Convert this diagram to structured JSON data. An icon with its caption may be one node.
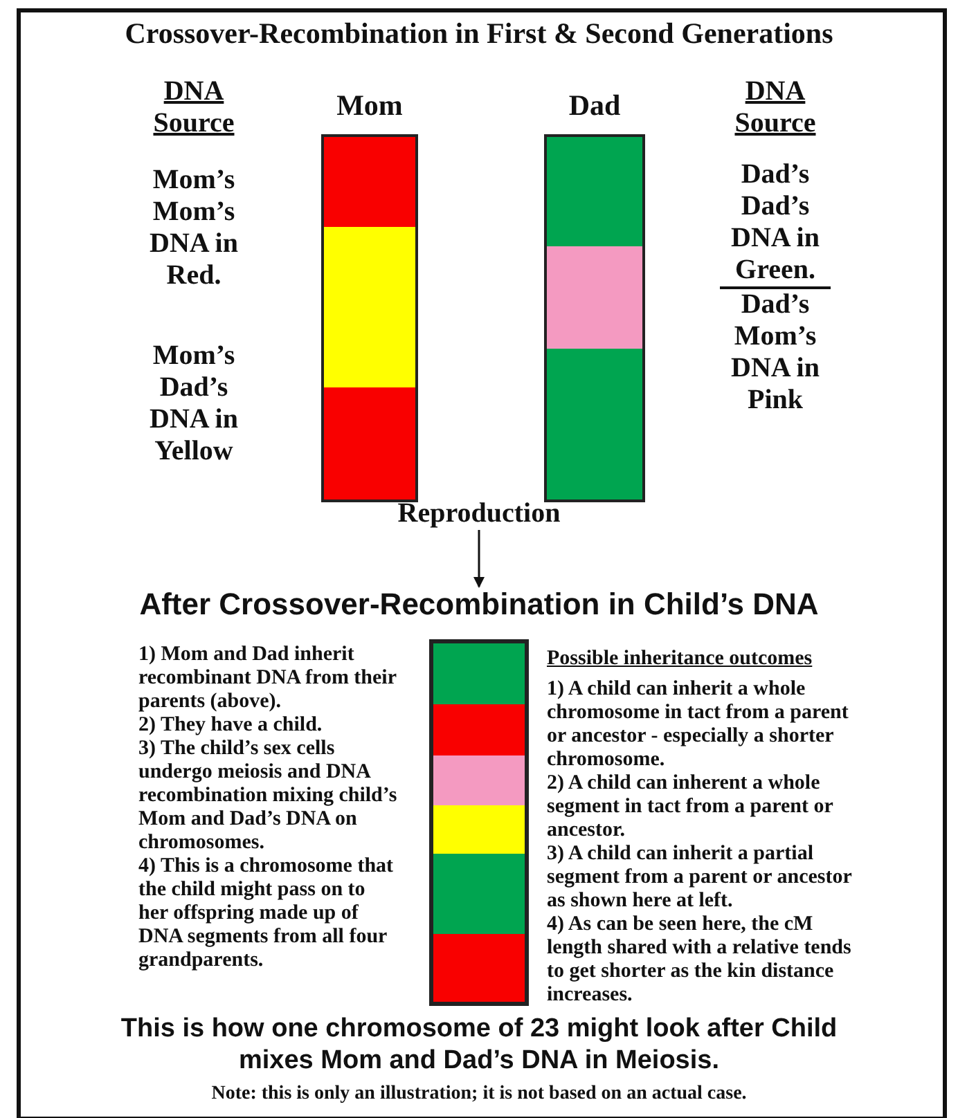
{
  "diagram": {
    "title": "Crossover-Recombination in First & Second Generations",
    "nodes": [
      {
        "text": [
          "Mom"
        ]
      },
      {
        "text": [],
        "shape": "bar",
        "in": 0
      },
      {
        "text": [],
        "shape": "bar",
        "in": 0
      },
      {
        "text": [],
        "shape": "bar",
        "in": 0
      },
      {
        "text": [
          "Dad"
        ]
      },
      {
        "text": [],
        "shape": "bar",
        "in": 4
      },
      {
        "text": [],
        "shape": "bar",
        "in": 4
      },
      {
        "text": [],
        "shape": "bar",
        "in": 4
      },
      {
        "text": [
          "Reproduction"
        ]
      },
      {
        "text": [
          "After Crossover-Recombination in Child’s DNA"
        ]
      },
      {
        "text": [],
        "shape": "bar"
      },
      {
        "text": [],
        "shape": "bar",
        "in": 10
      },
      {
        "text": [],
        "shape": "bar",
        "in": 10
      },
      {
        "text": [],
        "shape": "bar",
        "in": 10
      },
      {
        "text": [],
        "shape": "bar",
        "in": 10
      },
      {
        "text": [],
        "shape": "bar",
        "in": 10
      },
      {
        "text": [],
        "shape": "bar",
        "in": 10
      }
    ],
    "edges": [
      {
        "from": 8,
        "to": 9,
        "arrow": "to"
      }
    ],
    "labels": [
      "DNA Source",
      "Mom’s Mom’s DNA in Red.",
      "Mom’s Dad’s DNA in Yellow",
      "DNA Source",
      "Dad’s Dad’s DNA in Green.",
      "Dad’s Mom’s DNA in Pink",
      "1) Mom and Dad inherit recombinant DNA from their parents (above).",
      "2) They have a child.",
      "3) The child’s sex cells undergo meiosis and DNA recombination mixing child’s Mom and Dad’s DNA on chromosomes.",
      "4) This is a chromosome that the child might pass on to her offspring made up of DNA segments from all four grandparents.",
      "Possible inheritance outcomes",
      "1) A child can inherit a whole chromosome in tact from a parent or ancestor - especially a shorter chromosome.",
      "2) A child can inherent a whole segment in tact from a parent or ancestor.",
      "3) A child can inherit a partial segment from a parent or ancestor as shown here at left.",
      "4) As can be seen here, the cM length shared with a relative tends to get shorter as the kin distance increases.",
      "This is how one chromosome of 23 might look after Child mixes Mom and Dad’s DNA in Meiosis.",
      "Note:  this is only an illustration; it is not based on an actual case."
    ]
  }
}
